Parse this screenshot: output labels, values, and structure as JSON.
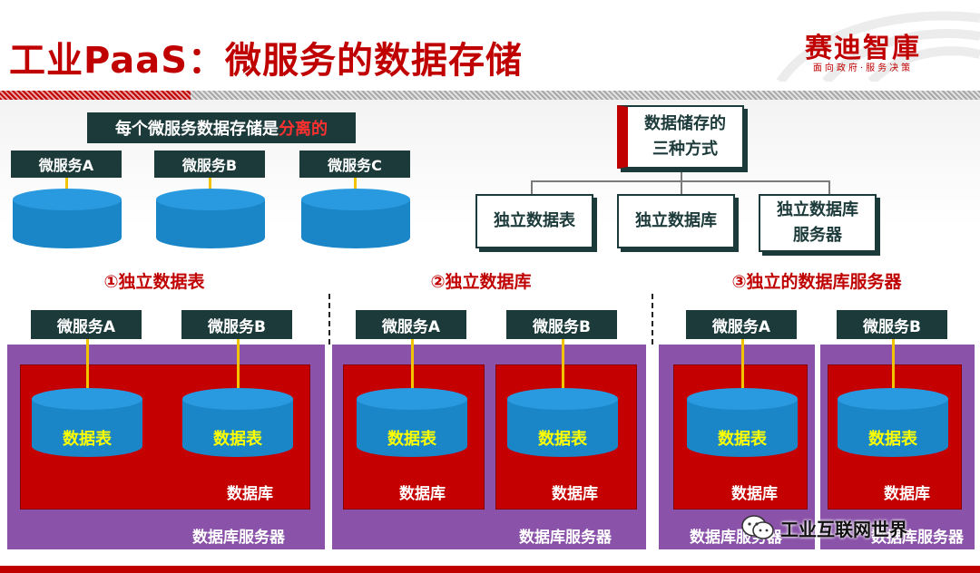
{
  "header": {
    "title": "工业PaaS：微服务的数据存储",
    "logo_main": "赛迪智庫",
    "logo_sub": "面向政府·服务决策"
  },
  "top_left": {
    "banner_prefix": "每个微服务数据存储是",
    "banner_highlight": "分离的",
    "services": [
      "微服务A",
      "微服务B",
      "微服务C"
    ]
  },
  "tree": {
    "root_line1": "数据储存的",
    "root_line2": "三种方式",
    "children": [
      {
        "line1": "独立数据表",
        "line2": ""
      },
      {
        "line1": "独立数据库",
        "line2": ""
      },
      {
        "line1": "独立数据库",
        "line2": "服务器"
      }
    ]
  },
  "sections": [
    {
      "label": "①独立数据表",
      "services": [
        "微服务A",
        "微服务B"
      ],
      "table_labels": [
        "数据表",
        "数据表"
      ],
      "db_labels": [
        "数据库"
      ],
      "server_labels": [
        "数据库服务器"
      ]
    },
    {
      "label": "②独立数据库",
      "services": [
        "微服务A",
        "微服务B"
      ],
      "table_labels": [
        "数据表",
        "数据表"
      ],
      "db_labels": [
        "数据库",
        "数据库"
      ],
      "server_labels": [
        "数据库服务器"
      ]
    },
    {
      "label": "③独立的数据库服务器",
      "services": [
        "微服务A",
        "微服务B"
      ],
      "table_labels": [
        "数据表",
        "数据表"
      ],
      "db_labels": [
        "数据库",
        "数据库"
      ],
      "server_labels": [
        "数据库服务器",
        "数据库服务器"
      ]
    }
  ],
  "watermark": {
    "text": "工业互联网世界"
  },
  "colors": {
    "brand_red": "#c00000",
    "dark_label": "#1c3a3a",
    "cylinder_blue": "#1a86c8",
    "server_purple": "#8a52a8",
    "database_red": "#c40000",
    "table_text": "#ffff00",
    "connector": "#f2c400"
  }
}
